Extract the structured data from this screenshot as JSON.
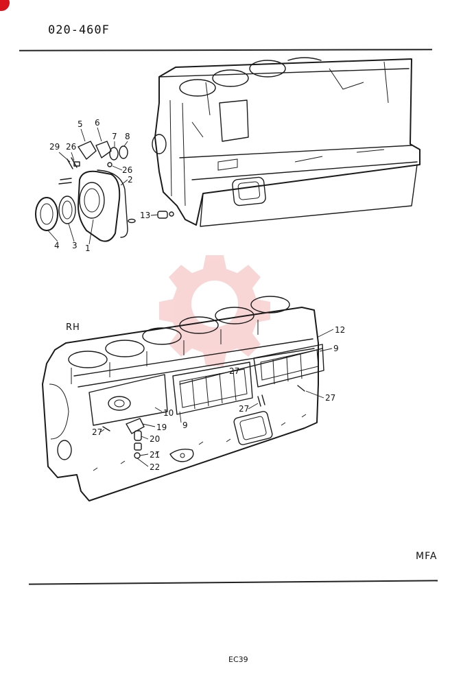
{
  "header": {
    "page_code": "020-460F"
  },
  "drawing": {
    "side_label": "RH",
    "callouts": [
      "1",
      "2",
      "3",
      "4",
      "5",
      "6",
      "7",
      "8",
      "9",
      "9",
      "10",
      "12",
      "13",
      "19",
      "20",
      "21",
      "22",
      "26",
      "26",
      "27",
      "27",
      "27",
      "27",
      "29"
    ]
  },
  "footer": {
    "model_code": "MFA",
    "page_number": "EC39"
  },
  "watermark": {
    "color": "#e84a4a"
  },
  "accent_color": "#d8141c"
}
